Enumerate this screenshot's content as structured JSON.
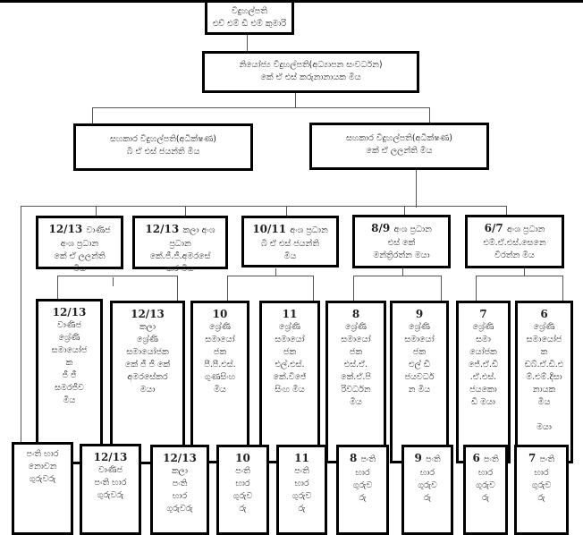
{
  "level1": {
    "title": "විදුහල්පති",
    "name": "එච් එම් ඩී එම් කුමාරි"
  },
  "level2": {
    "title": "නියෝජ්‍ය විදුහල්පති(අධ්‍යාපන සංවර්ධන)",
    "name": "කේ ඒ එස් කරුනානායක මිය"
  },
  "level3": [
    {
      "title": "සහකාර විදුහල්පති(අධීක්ෂණ)",
      "name": "බී ඒ එස් ජයන්ති මිය"
    },
    {
      "title": "සහකාර විදුහල්පති(අධීක්ෂණ)",
      "name": "කේ ඒ ලලන්ති මිය"
    }
  ],
  "level4": [
    {
      "num": "12/13",
      "lines": [
        "වාණිජ",
        "අංශ ප්‍රධාන",
        "කේ ඒ ලලන්ති",
        "මිය"
      ]
    },
    {
      "num": "12/13",
      "lines": [
        "කලා අංශ",
        "ප්‍රධාන",
        "කේ.ජී.ජී.අමරසේ",
        "කර මිය"
      ]
    },
    {
      "num": "10/11",
      "lines": [
        "අංශ ප්‍රධාන",
        "බී ඒ එස් ජයන්ති",
        "මිය"
      ]
    },
    {
      "num": "8/9",
      "lines": [
        "අංශ ප්‍රධාන",
        "එස් කේ",
        "මන්ත්‍රිරත්න මයා"
      ]
    },
    {
      "num": "6/7",
      "lines": [
        "අංශ ප්‍රධාන",
        "එම්.ඒ.එස්.සෙනෙ",
        "විරත්න මිය"
      ]
    }
  ],
  "level5": [
    {
      "num": "12/13",
      "lines": [
        "වාණිජ",
        "ශ්‍රේණි",
        "සමායෝජ",
        "ක",
        "ජී ජී",
        "සමරජීව",
        "මිය"
      ]
    },
    {
      "num": "12/13",
      "lines": [
        "කලා",
        "ශ්‍රේණි",
        "සමායෝජක",
        "කේ ජී ජී කේ",
        "අමරසේකර",
        "මයා"
      ]
    },
    {
      "num": "10",
      "lines": [
        "ශ්‍රේණි",
        "සමායෝ",
        "ජක",
        "පී.පී.එස්.",
        "ගුණසිංහ",
        "මිය"
      ]
    },
    {
      "num": "11",
      "lines": [
        "ශ්‍රේණි",
        "සමායෝ",
        "ජක",
        "එල්.එස්.",
        "කේ.විජේ",
        "සිංහ මිය"
      ]
    },
    {
      "num": "8",
      "lines": [
        "ශ්‍රේණි",
        "සමායෝ",
        "ජක",
        "එස්.ඒ.",
        "කේ.ඒ.පි",
        "රිවර්ධන",
        "මිය"
      ]
    },
    {
      "num": "9",
      "lines": [
        "ශ්‍රේණි",
        "සමායෝ",
        "ජක",
        "එල් ඩී",
        "ජයවර්ධ",
        "න මිය"
      ]
    },
    {
      "num": "7",
      "lines": [
        "ශ්‍රේණි",
        "සමා",
        "යෝජක",
        "ජේ.ඒ.ඩී",
        ".ඒ.එස්.",
        "ජයකො",
        "ඩි මයා"
      ]
    },
    {
      "num": "6",
      "lines": [
        "ශ්‍රේණි",
        "සමායෝජ",
        "ක",
        "ඩබ්.ඒ.ඩී.එ",
        "ම්.එම්.දිසා",
        "නායක",
        "මිය",
        "",
        "මයා"
      ]
    }
  ],
  "level6": [
    {
      "num": "",
      "lines": [
        "පංති භාර",
        "නොවන",
        "ගුරුවරු"
      ]
    },
    {
      "num": "12/13",
      "lines": [
        "වාණිජ",
        "පංති භාර",
        "ගුරුවරු"
      ]
    },
    {
      "num": "12/13",
      "lines": [
        "කලා",
        "පංති",
        "භාර",
        "ගුරුවරු"
      ]
    },
    {
      "num": "10",
      "lines": [
        "පංති",
        "භාර",
        "ගුරුව",
        "රු"
      ]
    },
    {
      "num": "11",
      "lines": [
        "පංති",
        "භාර",
        "ගුරුව",
        "රු"
      ]
    },
    {
      "num": "8",
      "lines": [
        "පංති",
        "භාර",
        "ගුරුව",
        "රු"
      ],
      "inline": true
    },
    {
      "num": "9",
      "lines": [
        "පංති",
        "භාර",
        "ගුරුව",
        "රු"
      ],
      "inline": true
    },
    {
      "num": "6",
      "lines": [
        "පංති",
        "භාර",
        "ගුරුව",
        "රු"
      ],
      "inline": true
    },
    {
      "num": "7",
      "lines": [
        "පංති",
        "භාර",
        "ගුරුව",
        "රු"
      ],
      "inline": true
    }
  ],
  "colors": {
    "accent_swoosh": "#3aa6b9",
    "border": "#000000",
    "connector": "#555555"
  }
}
